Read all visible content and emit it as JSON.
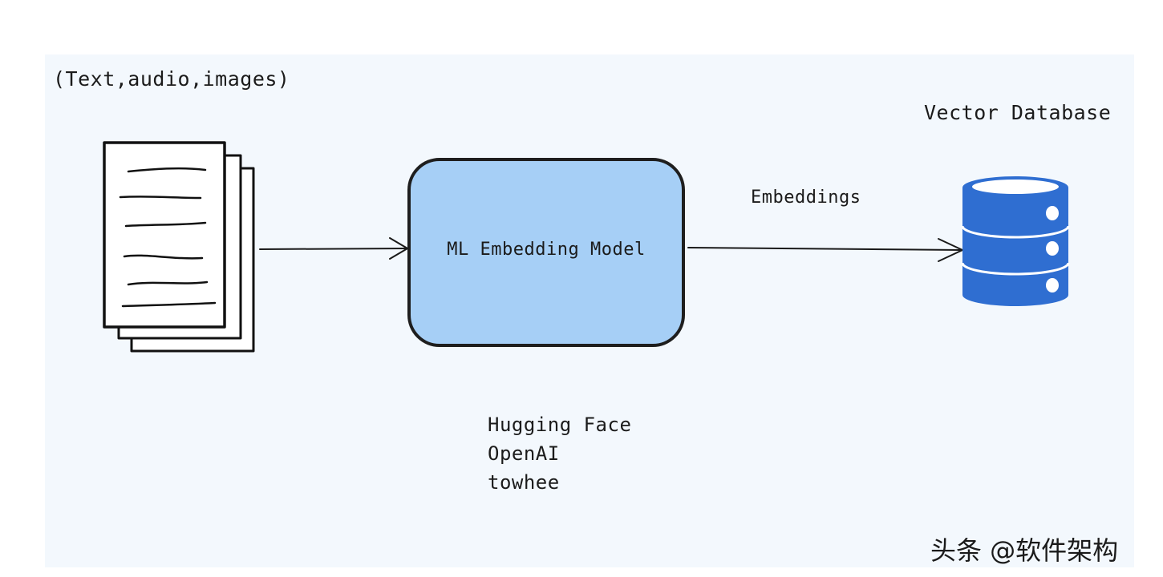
{
  "input": {
    "label": "(Text,audio,images)",
    "icon": "documents-stack-icon"
  },
  "model": {
    "label": "ML Embedding Model",
    "fill_color": "#a6cff6"
  },
  "edge": {
    "label": "Embeddings"
  },
  "database": {
    "label": "Vector Database",
    "icon": "database-icon",
    "color": "#2f6ed1"
  },
  "providers": [
    "Hugging Face",
    "OpenAI",
    "towhee"
  ],
  "watermark": "头条 @软件架构"
}
